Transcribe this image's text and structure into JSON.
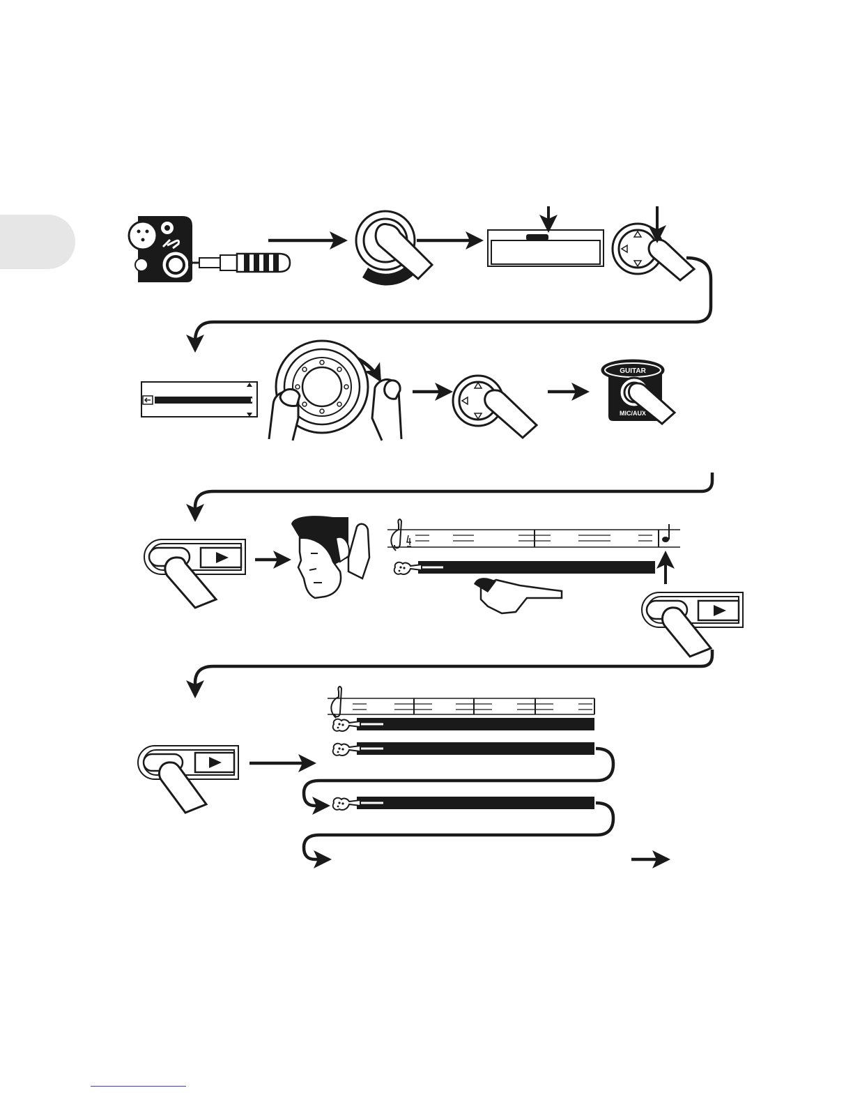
{
  "diagram": {
    "knob_labels": {
      "top": "GUITAR",
      "bottom": "MIC/AUX"
    },
    "steps": [
      {
        "id": "plug-in-guitar",
        "icon": "guitar-jack-plug-icon"
      },
      {
        "id": "adjust-input-knob",
        "icon": "input-knob-press-icon"
      },
      {
        "id": "view-display",
        "icon": "lcd-display-icon"
      },
      {
        "id": "press-nav-select",
        "icon": "nav-pad-press-icon"
      },
      {
        "id": "highlight-menu-item",
        "icon": "menu-list-icon"
      },
      {
        "id": "turn-select-wheel",
        "icon": "select-wheel-icon"
      },
      {
        "id": "press-nav-select-again",
        "icon": "nav-pad-press-icon"
      },
      {
        "id": "set-input-guitar",
        "icon": "input-selector-knob-icon"
      },
      {
        "id": "press-record-button",
        "icon": "record-button-icon"
      },
      {
        "id": "listen-to-playback",
        "icon": "listening-head-icon"
      },
      {
        "id": "record-first-take",
        "icon": "staff-notation-icon"
      },
      {
        "id": "stop-recording",
        "icon": "record-button-icon"
      },
      {
        "id": "press-record-loop",
        "icon": "record-button-icon"
      },
      {
        "id": "layered-takes",
        "icon": "multi-track-icon"
      },
      {
        "id": "continue",
        "icon": "arrow-right-icon"
      }
    ],
    "colors": {
      "ink": "#1a1a1a",
      "tab_marker": "#e6e6e6",
      "footer_rule": "#3a3ad0"
    }
  }
}
